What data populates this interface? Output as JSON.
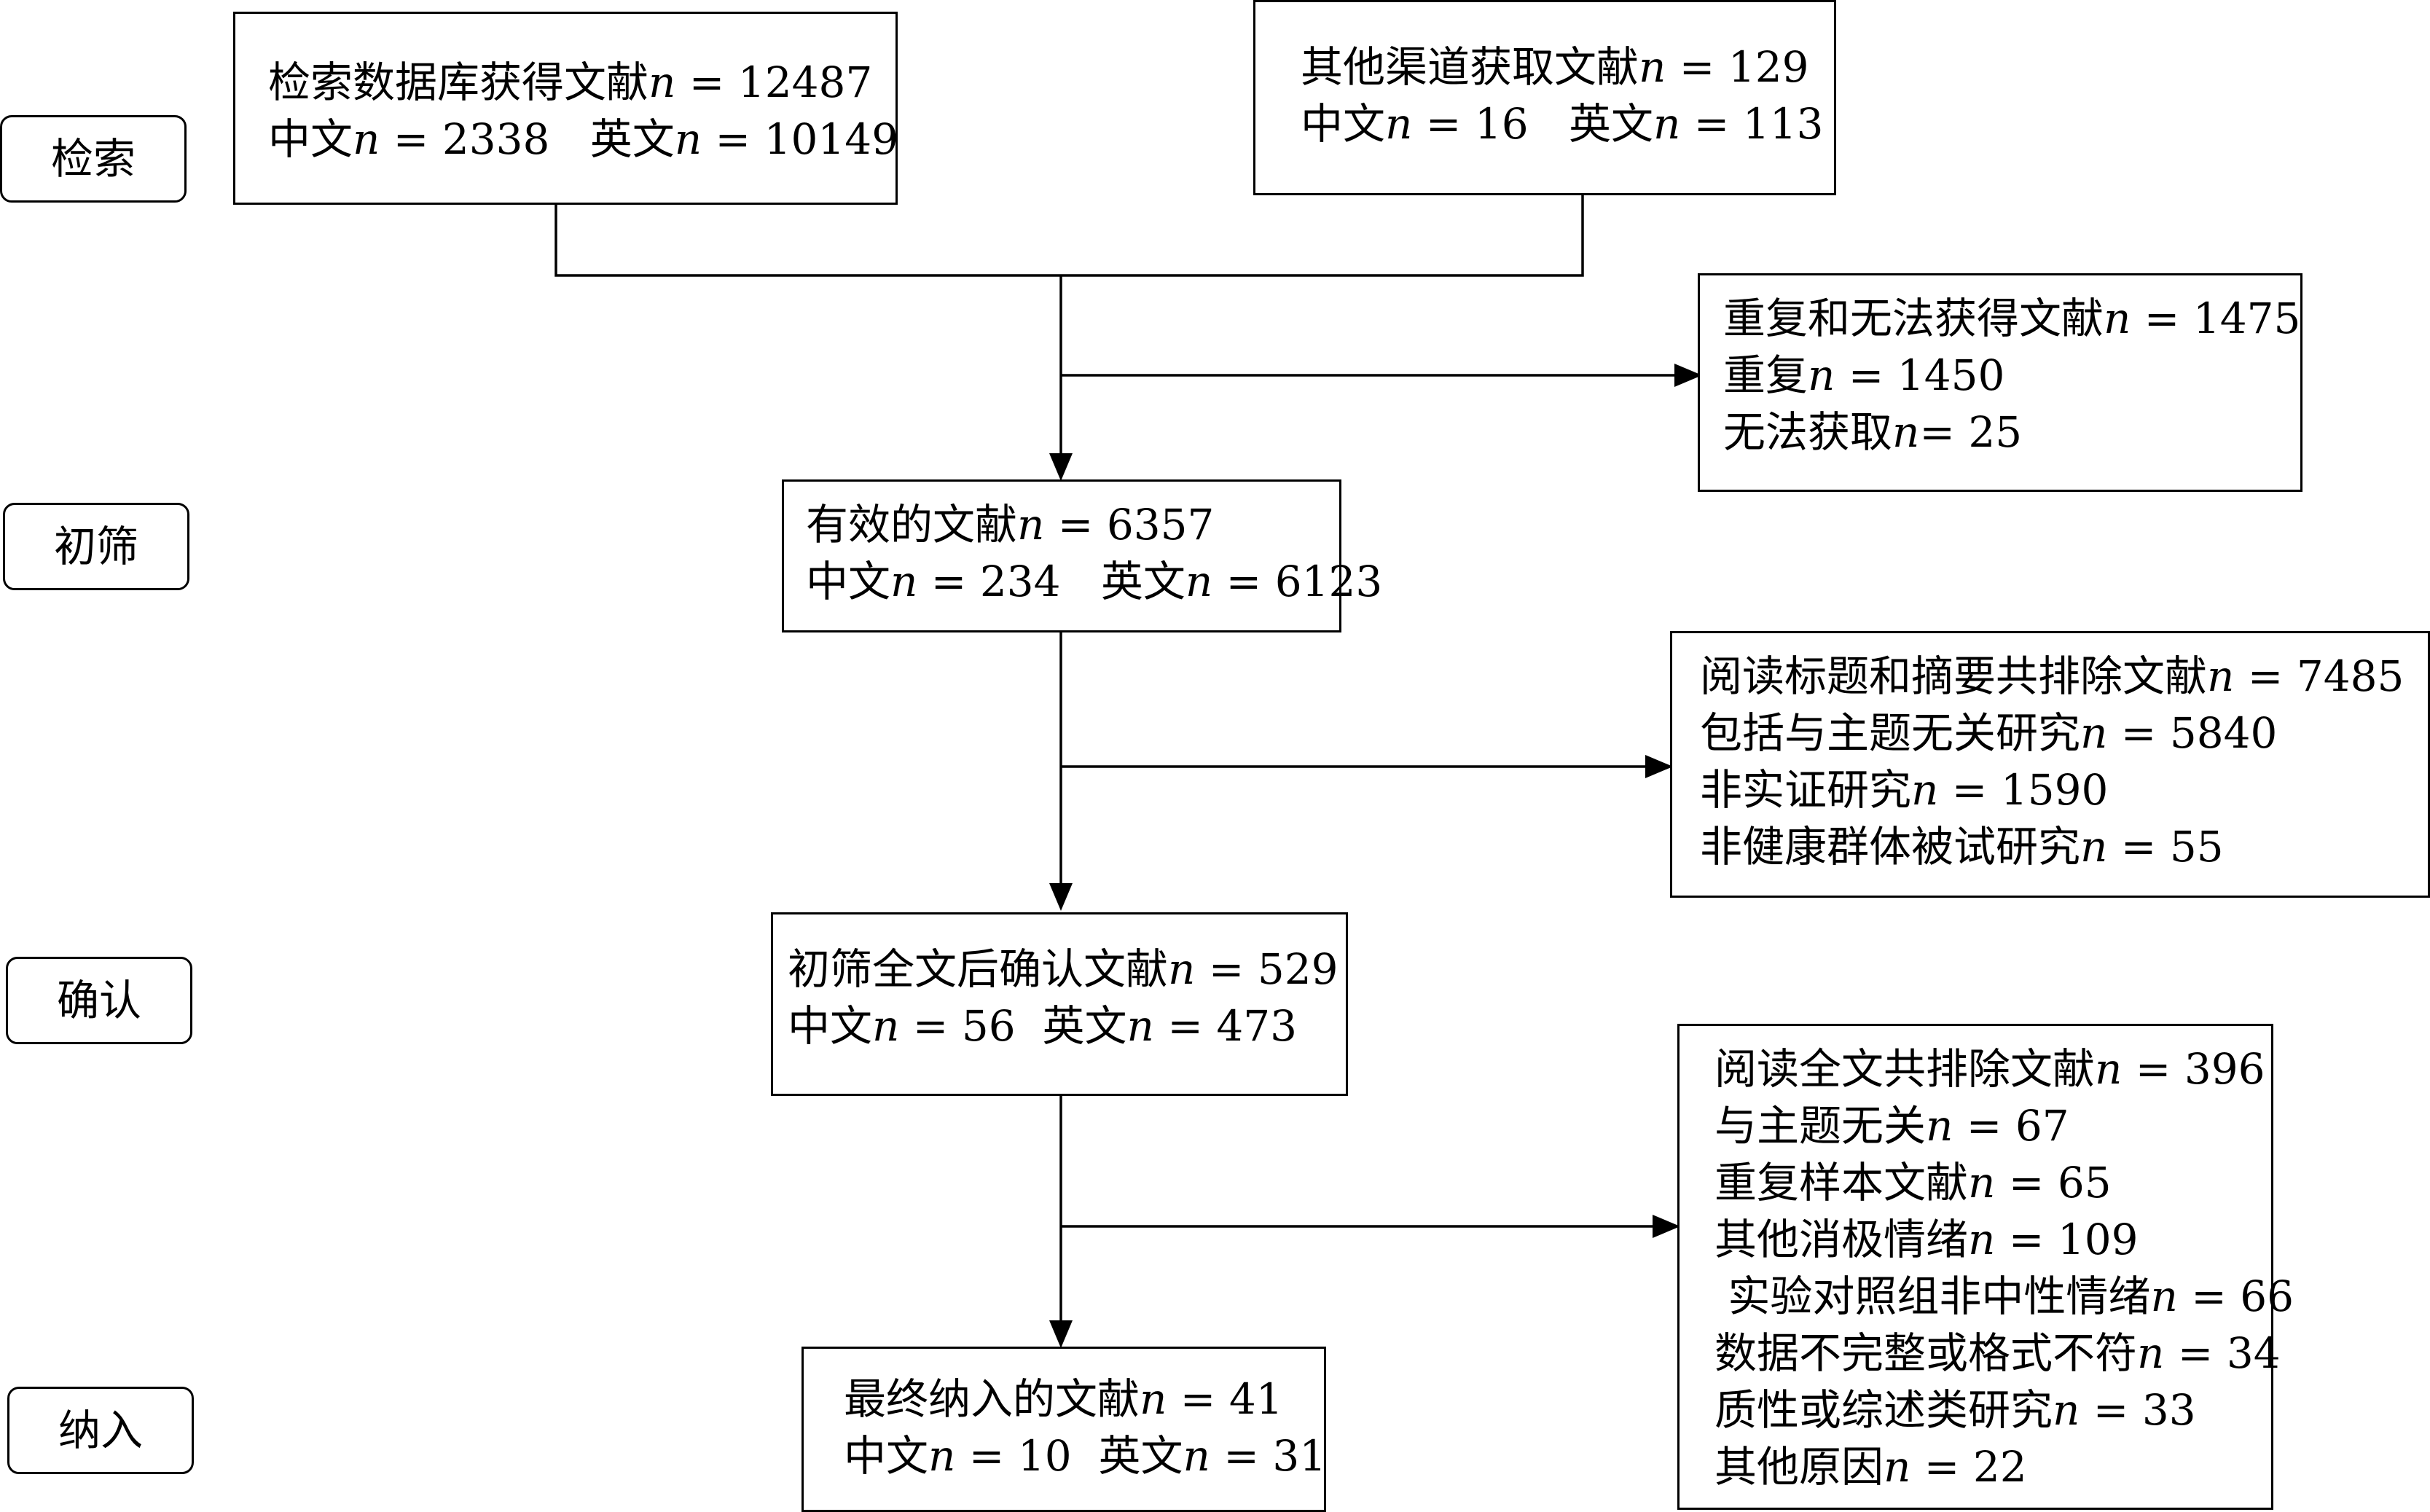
{
  "stages": [
    "检索",
    "初筛",
    "确认",
    "纳入"
  ],
  "boxes": {
    "database_search": {
      "lines": [
        {
          "pre": "检索数据库获得文献",
          "n": "n",
          "post": " = 12487"
        },
        {
          "pre": "中文",
          "n": "n",
          "post": " = 2338   英文",
          "n2": "n",
          "post2": " = 10149"
        }
      ]
    },
    "other_channels": {
      "lines": [
        {
          "pre": "其他渠道获取文献",
          "n": "n",
          "post": " = 129"
        },
        {
          "pre": "中文",
          "n": "n",
          "post": " = 16   英文",
          "n2": "n",
          "post2": " = 113"
        }
      ]
    },
    "duplicates_unavailable": {
      "lines": [
        {
          "pre": "重复和无法获得文献",
          "n": "n",
          "post": " = 1475"
        },
        {
          "pre": "重复",
          "n": "n",
          "post": " = 1450"
        },
        {
          "pre": "无法获取",
          "n": "n",
          "post": "= 25"
        }
      ]
    },
    "valid_records": {
      "lines": [
        {
          "pre": "有效的文献",
          "n": "n",
          "post": " = 6357"
        },
        {
          "pre": "中文",
          "n": "n",
          "post": " = 234   英文",
          "n2": "n",
          "post2": " = 6123"
        }
      ]
    },
    "title_abstract_excluded": {
      "lines": [
        {
          "pre": "阅读标题和摘要共排除文献",
          "n": "n",
          "post": " = 7485"
        },
        {
          "pre": "包括与主题无关研究",
          "n": "n",
          "post": " = 5840"
        },
        {
          "pre": "非实证研究",
          "n": "n",
          "post": " = 1590"
        },
        {
          "pre": "非健康群体被试研究",
          "n": "n",
          "post": " = 55"
        }
      ]
    },
    "fulltext_confirmed": {
      "lines": [
        {
          "pre": "初筛全文后确认文献",
          "n": "n",
          "post": " = 529"
        },
        {
          "pre": "中文",
          "n": "n",
          "post": " = 56  英文",
          "n2": "n",
          "post2": " = 473"
        }
      ]
    },
    "fulltext_excluded": {
      "lines": [
        {
          "pre": "阅读全文共排除文献",
          "n": "n",
          "post": " = 396"
        },
        {
          "pre": "与主题无关",
          "n": "n",
          "post": " = 67"
        },
        {
          "pre": "重复样本文献",
          "n": "n",
          "post": " = 65"
        },
        {
          "pre": "其他消极情绪",
          "n": "n",
          "post": " = 109"
        },
        {
          "pre": " 实验对照组非中性情绪",
          "n": "n",
          "post": " = 66"
        },
        {
          "pre": "数据不完整或格式不符",
          "n": "n",
          "post": " = 34"
        },
        {
          "pre": "质性或综述类研究",
          "n": "n",
          "post": " = 33"
        },
        {
          "pre": "其他原因",
          "n": "n",
          "post": " = 22"
        }
      ]
    },
    "final_included": {
      "lines": [
        {
          "pre": "最终纳入的文献",
          "n": "n",
          "post": " = 41"
        },
        {
          "pre": "中文",
          "n": "n",
          "post": " = 10  英文",
          "n2": "n",
          "post2": " = 31"
        }
      ]
    }
  }
}
